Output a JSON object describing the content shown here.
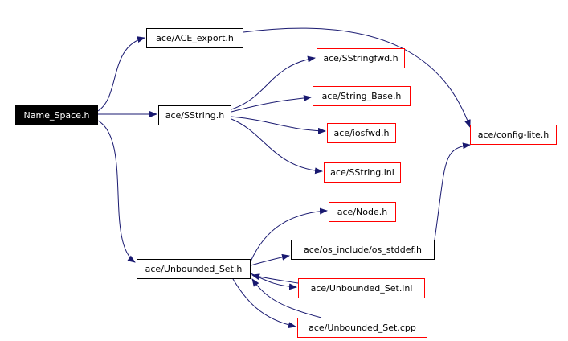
{
  "colors": {
    "edge": "#191970",
    "root_fill": "#000000",
    "root_text": "#ffffff",
    "box_border": "#000000",
    "missing_border": "#ff0000"
  },
  "nodes": {
    "name_space": {
      "label": "Name_Space.h"
    },
    "ace_export": {
      "label": "ace/ACE_export.h"
    },
    "sstring": {
      "label": "ace/SString.h"
    },
    "sstringfwd": {
      "label": "ace/SStringfwd.h"
    },
    "string_base": {
      "label": "ace/String_Base.h"
    },
    "iosfwd": {
      "label": "ace/iosfwd.h"
    },
    "sstring_inl": {
      "label": "ace/SString.inl"
    },
    "config_lite": {
      "label": "ace/config-lite.h"
    },
    "node": {
      "label": "ace/Node.h"
    },
    "os_stddef": {
      "label": "ace/os_include/os_stddef.h"
    },
    "unbounded_set": {
      "label": "ace/Unbounded_Set.h"
    },
    "unbounded_set_inl": {
      "label": "ace/Unbounded_Set.inl"
    },
    "unbounded_set_cpp": {
      "label": "ace/Unbounded_Set.cpp"
    }
  },
  "edges": [
    [
      "name_space",
      "ace_export"
    ],
    [
      "name_space",
      "sstring"
    ],
    [
      "name_space",
      "unbounded_set"
    ],
    [
      "ace_export",
      "config_lite"
    ],
    [
      "sstring",
      "sstringfwd"
    ],
    [
      "sstring",
      "string_base"
    ],
    [
      "sstring",
      "iosfwd"
    ],
    [
      "sstring",
      "sstring_inl"
    ],
    [
      "unbounded_set",
      "node"
    ],
    [
      "unbounded_set",
      "os_stddef"
    ],
    [
      "unbounded_set",
      "unbounded_set_inl"
    ],
    [
      "unbounded_set",
      "unbounded_set_cpp"
    ],
    [
      "os_stddef",
      "config_lite"
    ],
    [
      "unbounded_set_inl",
      "unbounded_set"
    ],
    [
      "unbounded_set_cpp",
      "unbounded_set"
    ]
  ]
}
